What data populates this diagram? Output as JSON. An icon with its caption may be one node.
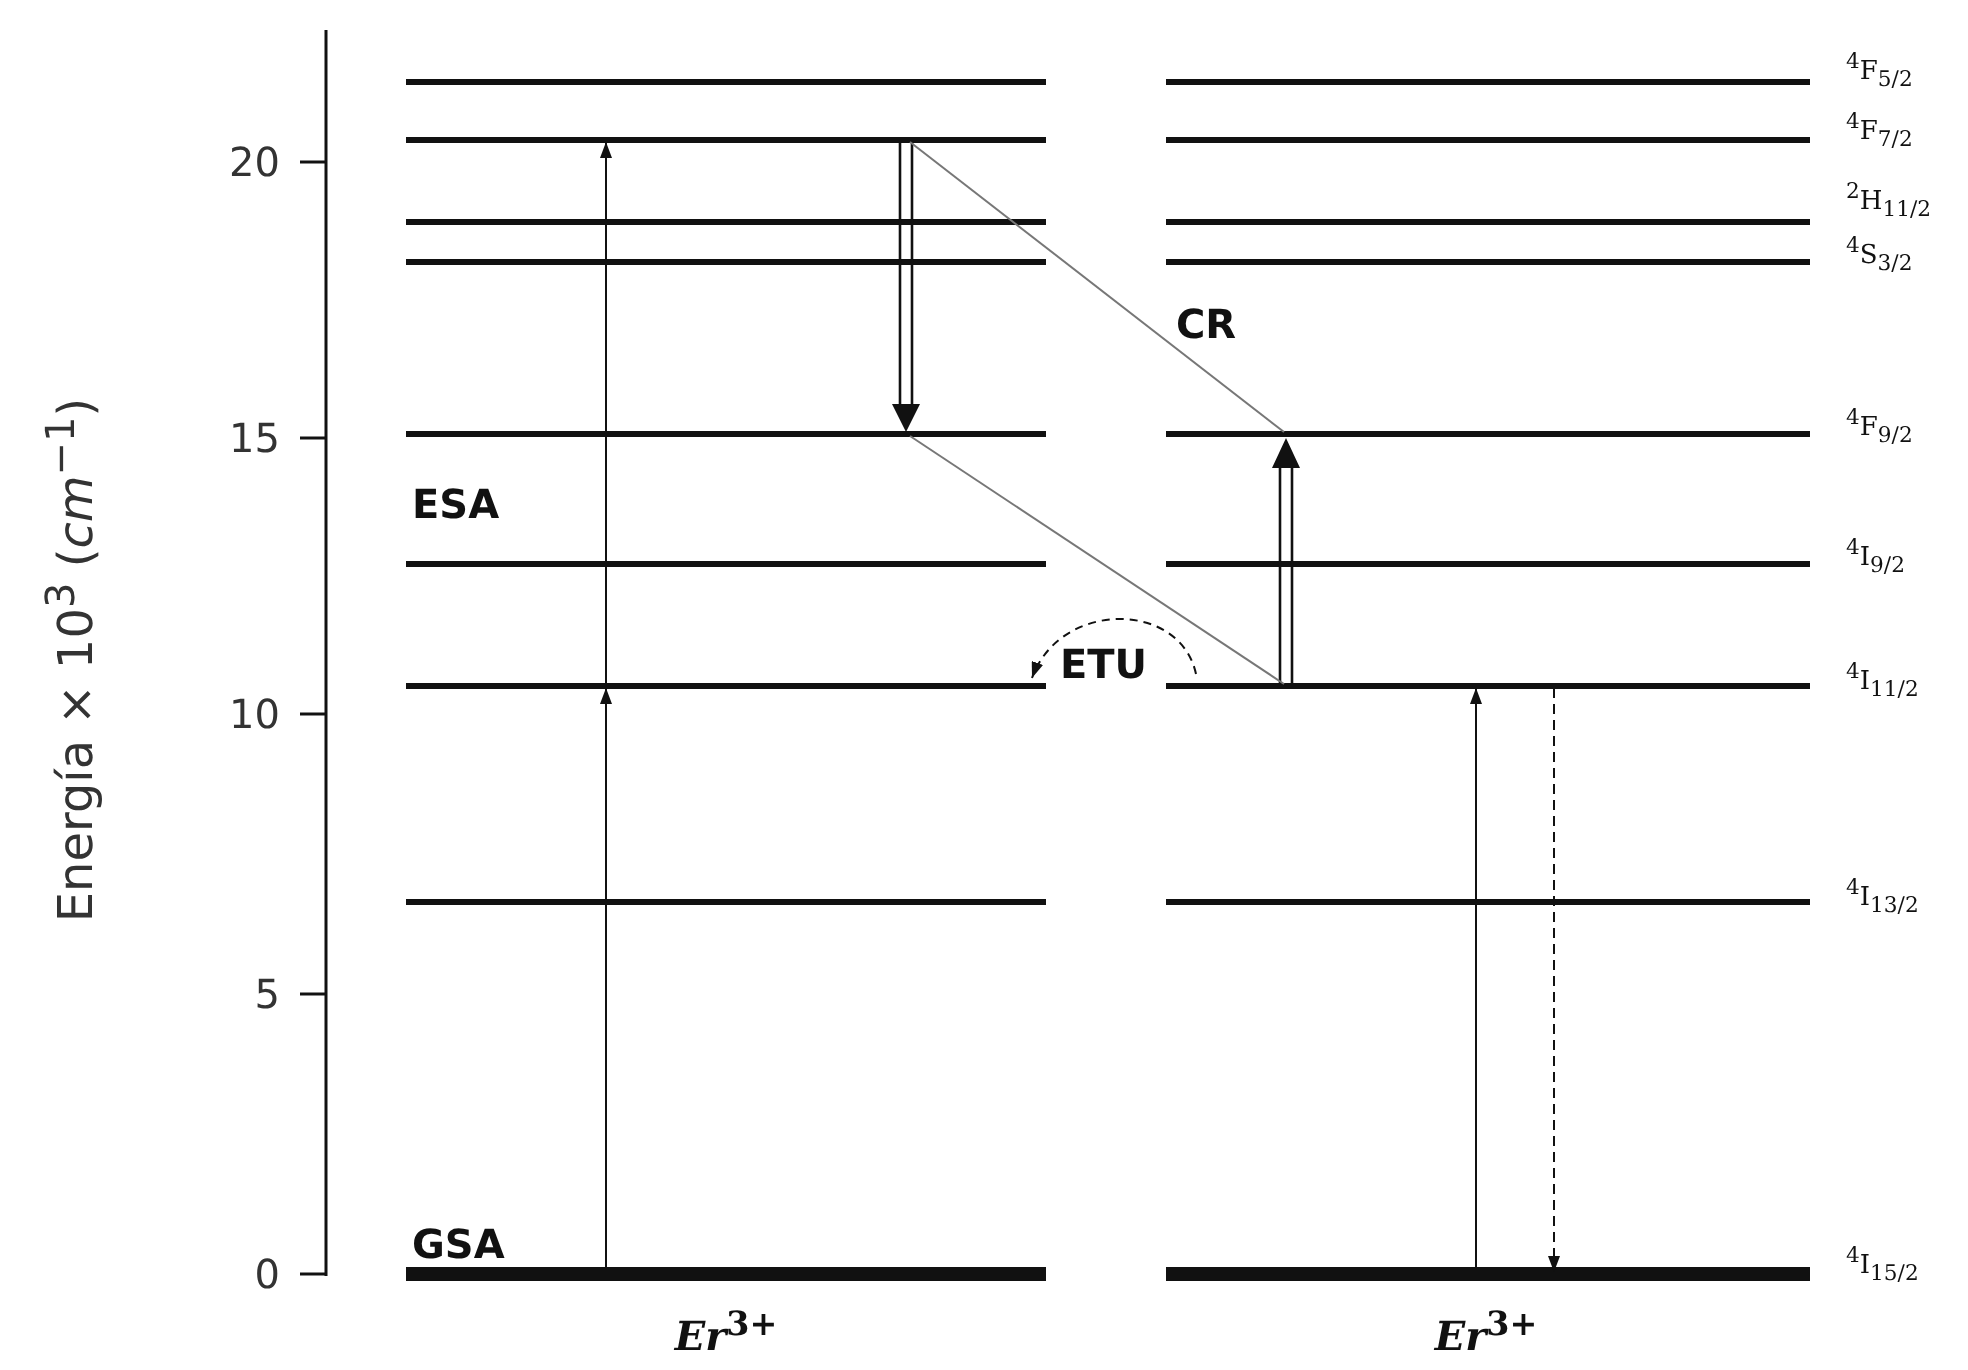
{
  "diagram": {
    "labels": [
      "Energía × 10$^{3}$ (*cm*$^{−1}$)",
      "20",
      "15",
      "10",
      "5",
      "0",
      "$^{4}$F$_{5/2}$",
      "$^{4}$F$_{7/2}$",
      "$^{2}$H$_{11/2}$",
      "$^{4}$S$_{3/2}$",
      "$^{4}$F$_{9/2}$",
      "$^{4}$I$_{9/2}$",
      "$^{4}$I$_{11/2}$",
      "$^{4}$I$_{13/2}$",
      "$^{4}$I$_{15/2}$",
      "CR",
      "ESA",
      "ETU",
      "GSA",
      "*Er*$^{3+}$",
      "*Er*$^{3+}$"
    ]
  }
}
